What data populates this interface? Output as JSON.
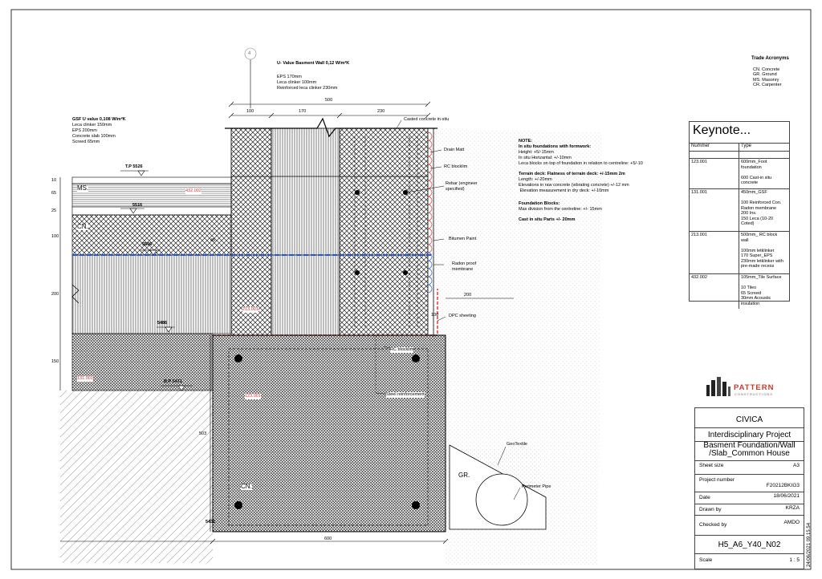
{
  "grid_marker": "4",
  "wall_uvalue": {
    "title": "U- Value Basment Wall 0,12 W/m²K",
    "lines": [
      "EPS 170mm",
      "Leca clinker 100mm",
      "Reinforced leca clinker 230mm"
    ]
  },
  "slab_uvalue": {
    "title": "GSF U value 0,108 W/m²K",
    "lines": [
      "Leca clinker 150mm",
      "EPS 200mm",
      "Concrete slab 100mm",
      "Screed 65mm"
    ]
  },
  "dimensions": {
    "top_total": "500",
    "top_parts": [
      "100",
      "170",
      "230"
    ],
    "left": [
      "10",
      "65",
      "25",
      "100",
      "200",
      "150"
    ],
    "dim_45": "45",
    "dim_100": "100",
    "dim_200": "200",
    "dim_503": "503",
    "bottom": "600"
  },
  "levels": {
    "tp": "T.P 5526",
    "l5516": "5516",
    "l5506": "5506",
    "l5486": "5486",
    "bp": "B.P 5471",
    "l5431": "5431"
  },
  "material_tags": {
    "ms": "MS.",
    "cn": "CN.",
    "cn2": "CN.",
    "gr": "GR."
  },
  "red_tags": {
    "t432": "432.002",
    "t213": "213.001",
    "t131": "131.001",
    "t123": "123.001"
  },
  "callouts": {
    "casted": "Casted concrete in-situ",
    "drain": "Drain Matt",
    "rc_blocklim": "RC blocklim",
    "rebar": "Rebar (engineer\nspecified)",
    "bitumen": "Bitumen Paint",
    "radon": "Radon proof\nmembrane",
    "dpc": "DPC sheeting",
    "rc_blocklim2": "RC blocklim",
    "steel": "Steel reinforcement",
    "geotextile": "GeoTextile",
    "perimeter": "Perimeter Pipe"
  },
  "notes": {
    "title": "NOTE:",
    "s1_title": "In situ foundations with formwork:",
    "s1_lines": [
      "Height: +5/-15mm",
      "In situ Horizantal: +/-10mm",
      "Leca blocks on top of foundation in relation to centreline: +5/-10"
    ],
    "s2_title": "Terrain deck: Flatness of terrain deck: +/-15mm 2m",
    "s2_lines": [
      "Length: +/-20mm",
      "Elevations in raw concrete (vibrating concrete) +/-12 mm",
      " Elevation measurement in dry deck: +/-10mm"
    ],
    "s3_title": "Foundation Blocks:",
    "s3_lines": [
      "Max division from the centreline: +/- 15mm"
    ],
    "s4_title": "Cast in situ Parts +/- 20mm"
  },
  "acronyms": {
    "title": "Trade Acronyms",
    "items": [
      "CN. Concrete",
      "GR. Ground",
      "MS. Masonry",
      "CR. Carpenter"
    ]
  },
  "keynote": {
    "title": "Keynote...",
    "col1": "Nummer",
    "col2": "Type",
    "rows": [
      {
        "num": "123.001",
        "type": "600mm_Foot\nfoundation\n\n600 Cast-in situ\nconcrete"
      },
      {
        "num": "131.001",
        "type": "450mm_GSF\n\n100 Reinforced Con.\nRadon membrane\n200 Ins.\n150 Leca (10-20\nCoted)"
      },
      {
        "num": "213.001",
        "type": "500mm_ RC block\nwall\n\n100mm letklinker\n170 Super_EPS\n230mm letklinker with\npre-made recess"
      },
      {
        "num": "432.002",
        "type": "105mm_Tile Surface\n\n10 Tiles\n65 Screed\n30mm Acoustic\ninsulation"
      }
    ]
  },
  "logo": {
    "name": "PATTERN",
    "sub": "CONSTRUCTIONS"
  },
  "title_block": {
    "client": "CIVICA",
    "project": "Interdisciplinary Project",
    "drawing_title": "Basment Foundation/Wall\n/Slab_Common House",
    "sheet_size_label": "Sheet size",
    "sheet_size": "A3",
    "project_number_label": "Project number",
    "project_number": "F20212BKIG3",
    "date_label": "Date",
    "date": "18/06/2021",
    "drawn_by_label": "Drawn by",
    "drawn_by": "KRZA",
    "checked_by_label": "Checked by",
    "checked_by": "AMDO",
    "drawing_number": "H5_A6_Y40_N02",
    "scale_label": "Scale",
    "scale": "1 : 5",
    "timestamp": "24/06/2021 09.15.54"
  },
  "colors": {
    "annotation_red": "#e03030",
    "radon_blue": "#2255dd",
    "linework": "#000000"
  }
}
